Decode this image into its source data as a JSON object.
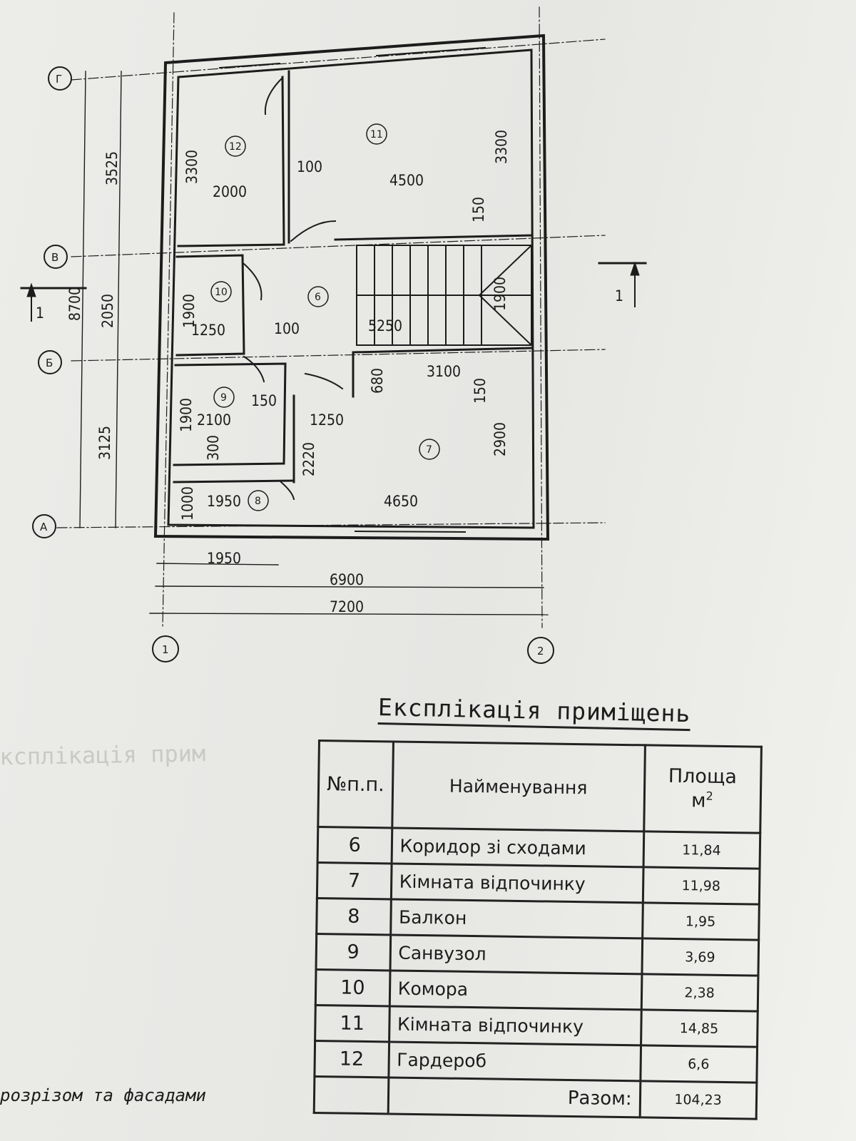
{
  "plan": {
    "axes_letters": [
      "Г",
      "В",
      "Б",
      "А"
    ],
    "axes_numbers": [
      "1",
      "2"
    ],
    "section_mark": "1",
    "dimensions_left": [
      "8700",
      "3525",
      "2050",
      "3125"
    ],
    "dimensions_bottom": [
      "1950",
      "6900",
      "7200"
    ],
    "room_dimensions": {
      "d3300a": "3300",
      "d2000": "2000",
      "d100a": "100",
      "d4500": "4500",
      "d3300b": "3300",
      "d150a": "150",
      "d1900a": "1900",
      "d1250a": "1250",
      "d100b": "100",
      "d5250": "5250",
      "d1900b": "1900",
      "d680": "680",
      "d3100": "3100",
      "d150b": "150",
      "d1900c": "1900",
      "d150c": "150",
      "d2100": "2100",
      "d1250b": "1250",
      "d300": "300",
      "d2220": "2220",
      "d2900": "2900",
      "d1000": "1000",
      "d1950": "1950",
      "d4650": "4650"
    },
    "room_numbers": {
      "r6": "6",
      "r7": "7",
      "r8": "8",
      "r9": "9",
      "r10": "10",
      "r11": "11",
      "r12": "12"
    }
  },
  "table": {
    "title": "Експлікація приміщень",
    "headers": {
      "no": "№п.п.",
      "name": "Найменування",
      "area": "Площа",
      "area_unit": "м"
    },
    "rows": [
      {
        "no": "6",
        "name": "Коридор зі сходами",
        "area": "11,84"
      },
      {
        "no": "7",
        "name": "Кімната відпочинку",
        "area": "11,98"
      },
      {
        "no": "8",
        "name": "Балкон",
        "area": "1,95"
      },
      {
        "no": "9",
        "name": "Санвузол",
        "area": "3,69"
      },
      {
        "no": "10",
        "name": "Комора",
        "area": "2,38"
      },
      {
        "no": "11",
        "name": "Кімната відпочинку",
        "area": "14,85"
      },
      {
        "no": "12",
        "name": "Гардероб",
        "area": "6,6"
      }
    ],
    "total_label": "Разом:",
    "total_value": "104,23"
  },
  "footer_note": "розрізом та фасадами"
}
